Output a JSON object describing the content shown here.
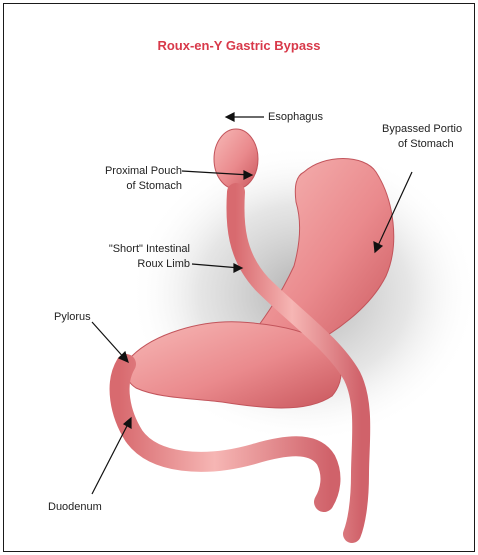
{
  "title": "Roux-en-Y Gastric Bypass",
  "labels": {
    "esophagus": "Esophagus",
    "bypassed_line1": "Bypassed Portio",
    "bypassed_line2": "of Stomach",
    "pouch_line1": "Proximal Pouch",
    "pouch_line2": "of Stomach",
    "limb_line1": "\"Short\" Intestinal",
    "limb_line2": "Roux Limb",
    "pylorus": "Pylorus",
    "duodenum": "Duodenum"
  },
  "colors": {
    "title": "#d8394a",
    "tissue": "#e9868a",
    "tissue_light": "#f6b3b2",
    "tissue_dark": "#c8565c",
    "shadow": "#8a8a8a"
  }
}
